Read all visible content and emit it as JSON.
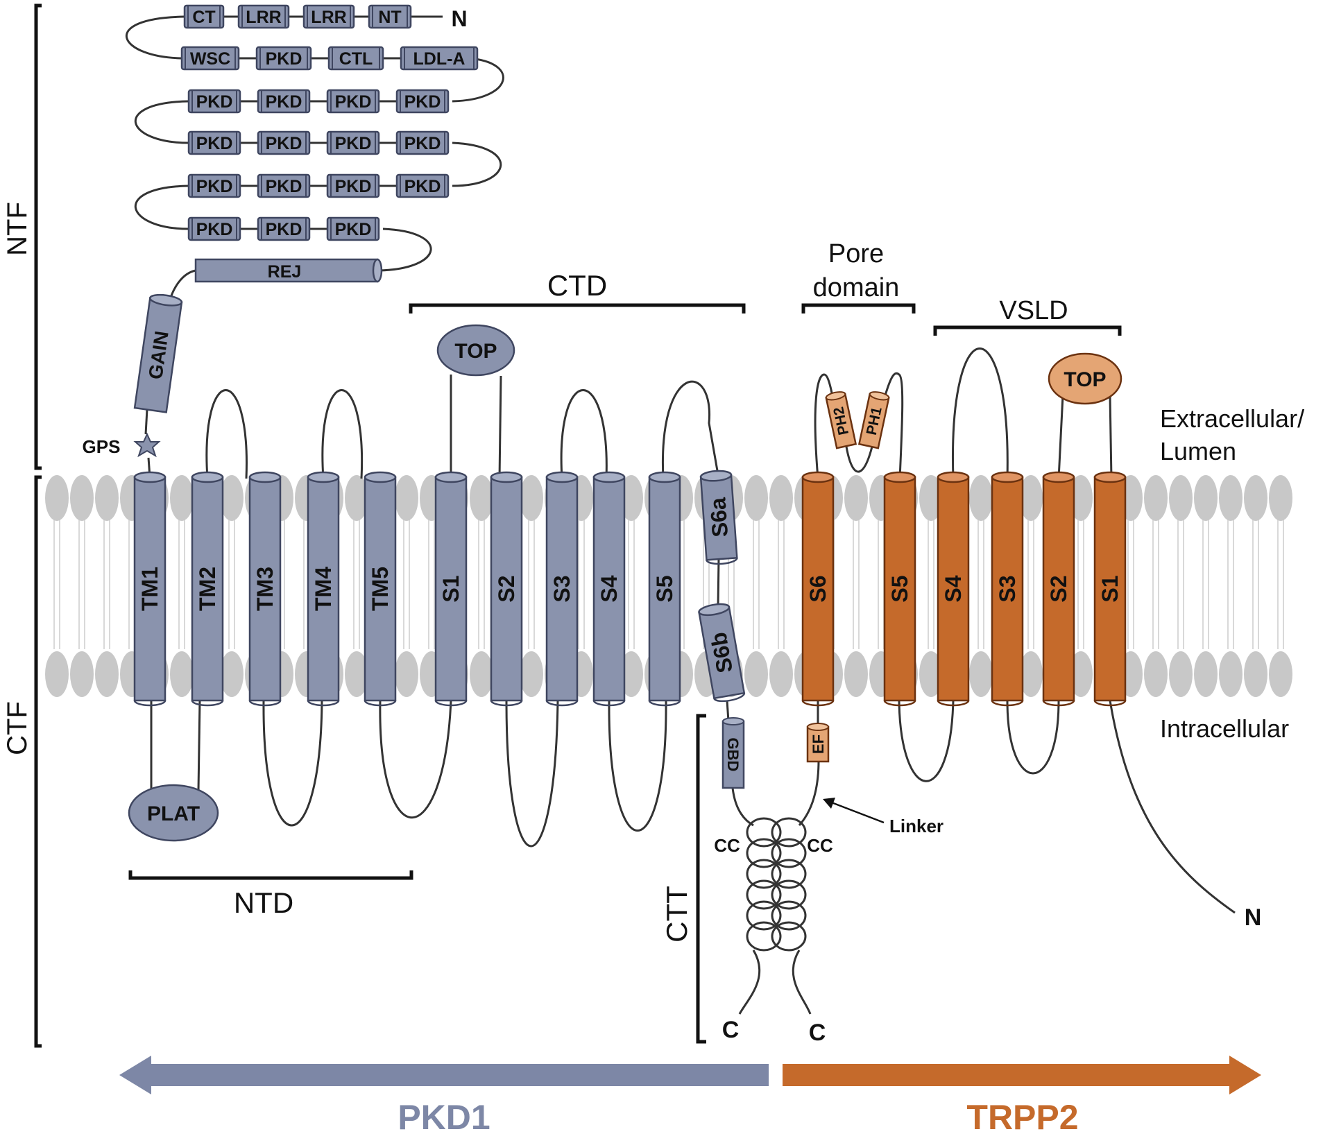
{
  "colors": {
    "pkd1_fill": "#8a93ad",
    "pkd1_stroke": "#3f4660",
    "trpp2_fill": "#c56a2b",
    "trpp2_stroke": "#6b3210",
    "trpp2_light": "#e4a574",
    "lipid_head": "#c8c8c8",
    "lipid_tail": "#d9d9d9",
    "line": "#333333",
    "pkd1_arrow": "#7d87a6",
    "trpp2_arrow": "#c56a2b"
  },
  "ntf_chain": {
    "n_terminus": "N",
    "rows": [
      [
        "CT",
        "LRR",
        "LRR",
        "NT"
      ],
      [
        "WSC",
        "PKD",
        "CTL",
        "LDL-A"
      ],
      [
        "PKD",
        "PKD",
        "PKD",
        "PKD"
      ],
      [
        "PKD",
        "PKD",
        "PKD",
        "PKD"
      ],
      [
        "PKD",
        "PKD",
        "PKD",
        "PKD"
      ],
      [
        "PKD",
        "PKD",
        "PKD"
      ]
    ],
    "rej": "REJ",
    "gain": "GAIN",
    "gps": "GPS"
  },
  "pkd1": {
    "segments": [
      "TM1",
      "TM2",
      "TM3",
      "TM4",
      "TM5",
      "S1",
      "S2",
      "S3",
      "S4",
      "S5",
      "S6a",
      "S6b"
    ],
    "plat": "PLAT",
    "top": "TOP",
    "gbd": "GBD",
    "cc": "CC",
    "c_terminus": "C"
  },
  "trpp2": {
    "segments": [
      "S6",
      "S5",
      "S4",
      "S3",
      "S2",
      "S1"
    ],
    "pore_helices": [
      "PH2",
      "PH1"
    ],
    "top": "TOP",
    "ef": "EF",
    "cc": "CC",
    "linker": "Linker",
    "c_terminus": "C",
    "n_terminus": "N"
  },
  "brackets": {
    "ntf": "NTF",
    "ctf": "CTF",
    "ctd": "CTD",
    "ntd": "NTD",
    "ctt": "CTT",
    "pore_domain_line1": "Pore",
    "pore_domain_line2": "domain",
    "vsld": "VSLD"
  },
  "compartments": {
    "extracellular_line1": "Extracellular/",
    "extracellular_line2": "Lumen",
    "intracellular": "Intracellular"
  },
  "proteins": {
    "pkd1": "PKD1",
    "trpp2": "TRPP2"
  }
}
